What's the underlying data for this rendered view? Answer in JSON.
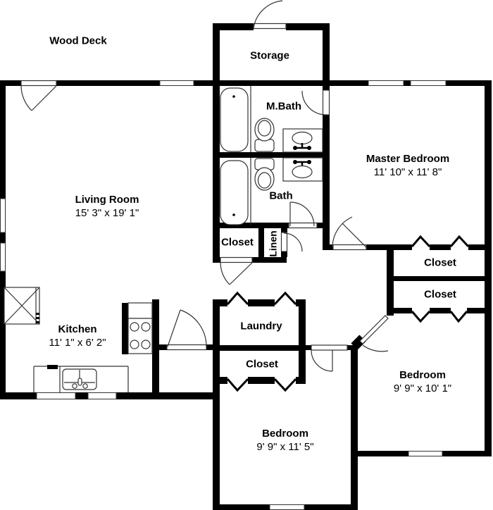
{
  "plan": {
    "background": "#ffffff",
    "wall_color": "#000000",
    "line_color": "#333333"
  },
  "labels": {
    "wood_deck": {
      "name": "Wood Deck"
    },
    "storage": {
      "name": "Storage"
    },
    "m_bath": {
      "name": "M.Bath"
    },
    "master_bedroom": {
      "name": "Master Bedroom",
      "dims": "11' 10\" x 11' 8\""
    },
    "living_room": {
      "name": "Living Room",
      "dims": "15' 3\" x 19' 1\""
    },
    "bath": {
      "name": "Bath"
    },
    "closet_hall": {
      "name": "Closet"
    },
    "linen": {
      "name": "Linen"
    },
    "closet_master": {
      "name": "Closet"
    },
    "closet_bedroom": {
      "name": "Closet"
    },
    "kitchen": {
      "name": "Kitchen",
      "dims": "11' 1\" x 6' 2\""
    },
    "laundry": {
      "name": "Laundry"
    },
    "closet_laundry": {
      "name": "Closet"
    },
    "bedroom_right": {
      "name": "Bedroom",
      "dims": "9' 9\" x 10' 1\""
    },
    "bedroom_center": {
      "name": "Bedroom",
      "dims": "9' 9\" x 11' 5\""
    }
  }
}
